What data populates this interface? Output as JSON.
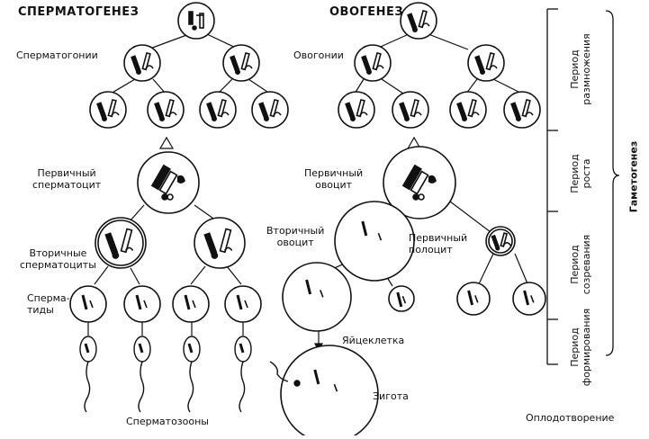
{
  "titles": {
    "spermatogenesis": "СПЕРМАТОГЕНЕЗ",
    "oogenesis": "ОВОГЕНЕЗ"
  },
  "labels": {
    "spermatogonia": "Сперматогонии",
    "oogonia": "Овогонии",
    "primary_spermatocyte": "Первичный\nсперматоцит",
    "primary_oocyte": "Первичный\nовоцит",
    "secondary_oocyte": "Вторичный\nовоцит",
    "polar_body": "Первичный\nполоцит",
    "secondary_spermatocytes": "Вторичные\nсперматоциты",
    "spermatids": "Сперма-\nтиды",
    "egg": "Яйцеклетка",
    "zygote": "Зигота",
    "spermatozoa": "Сперматозооны",
    "fertilization": "Оплодотворение"
  },
  "periods": {
    "multiplication": "Период\nразмножения",
    "growth": "Период\nроста",
    "maturation": "Период\nсозревания",
    "formation": "Период\nформирования"
  },
  "gametogenesis": "Гаметогенез"
}
